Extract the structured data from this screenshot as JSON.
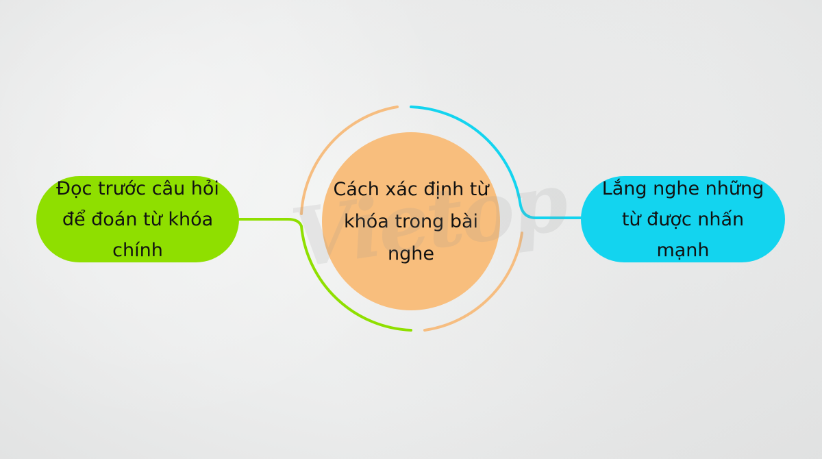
{
  "mindmap": {
    "center": {
      "label": "Cách xác định từ khóa trong bài nghe",
      "color": "#f8be7d"
    },
    "branches": [
      {
        "label": "Đọc trước câu hỏi để đoán từ khóa chính",
        "color": "#8fdf00",
        "side": "left"
      },
      {
        "label": "Lắng nghe những từ được nhấn mạnh",
        "color": "#13d4ef",
        "side": "right"
      }
    ],
    "ring_color": "#f6bd80"
  },
  "watermark": {
    "text": "Vietop"
  }
}
